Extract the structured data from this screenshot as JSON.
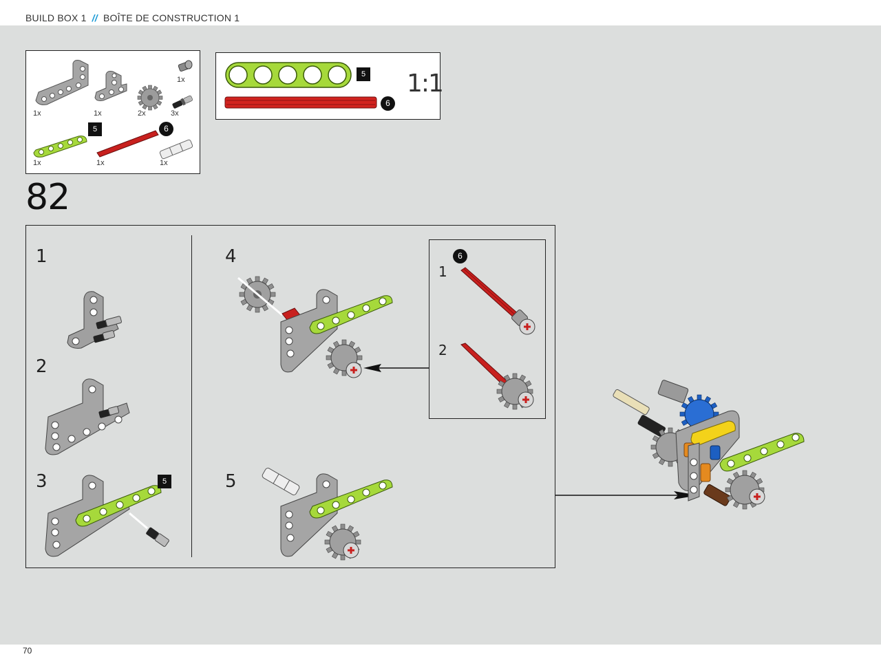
{
  "header": {
    "left": "BUILD BOX 1",
    "separator": "//",
    "right": "BOÎTE DE CONSTRUCTION 1"
  },
  "page_number": "70",
  "parts_list": {
    "quantities": [
      "1x",
      "1x",
      "2x",
      "3x",
      "1x",
      "1x",
      "1x",
      "1x"
    ],
    "beam_tag": "5",
    "axle_tag": "6"
  },
  "scale_box": {
    "beam_tag": "5",
    "axle_tag": "6",
    "label": "1:1"
  },
  "step": {
    "number": "82"
  },
  "substeps": [
    "1",
    "2",
    "3",
    "4",
    "5"
  ],
  "substep_tag": "5",
  "inset": {
    "tag": "6",
    "steps": [
      "1",
      "2"
    ]
  },
  "colors": {
    "lime": "#a6d93b",
    "red": "#c8201e",
    "grey": "#9a9a9a",
    "blue": "#1d5fc2",
    "yellow": "#f3d21a",
    "orange": "#e58a1f",
    "brown": "#6a3a1c",
    "accent": "#1a9ad6"
  }
}
